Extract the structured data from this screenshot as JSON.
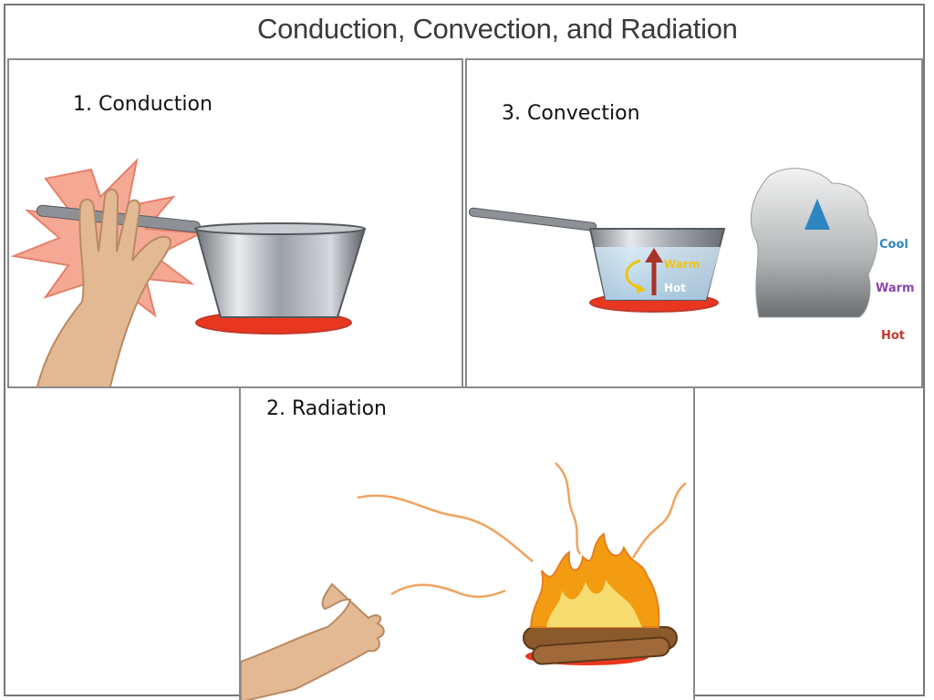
{
  "title": "Conduction, Convection, and Radiation",
  "panels": {
    "conduction": {
      "label": "1. Conduction"
    },
    "convection": {
      "label": "3. Convection",
      "pot_labels": {
        "warm": "Warm",
        "hot": "Hot"
      },
      "scale_labels": {
        "cool": "Cool",
        "warm": "Warm",
        "hot": "Hot"
      }
    },
    "radiation": {
      "label": "2. Radiation"
    }
  },
  "colors": {
    "cool": "#2e86c1",
    "warm": "#8e44ad",
    "hot": "#c0392b",
    "warm_pot": "#f1c40f",
    "burner": "#e8371e",
    "flame": "#f39c12"
  }
}
